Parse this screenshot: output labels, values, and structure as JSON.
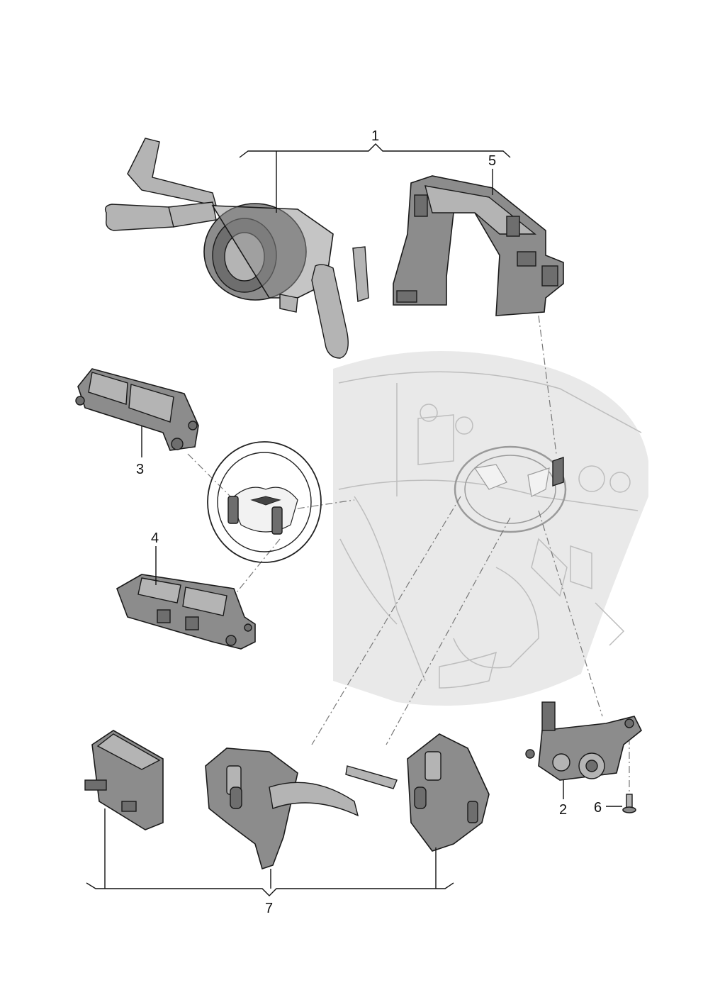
{
  "callouts": {
    "c1": "1",
    "c2": "2",
    "c3": "3",
    "c4": "4",
    "c5": "5",
    "c6": "6",
    "c7": "7"
  },
  "colors": {
    "part_fill": "#8c8c8c",
    "line": "#1a1a1a",
    "background_ghost": "#e6e6e6"
  },
  "icons": [
    "steering-column-switch-icon",
    "control-unit-frame-icon",
    "button-module-left-icon",
    "button-module-right-icon",
    "steering-wheel-icon",
    "light-switch-icon",
    "screw-icon",
    "multifunction-switch-set-icon"
  ]
}
